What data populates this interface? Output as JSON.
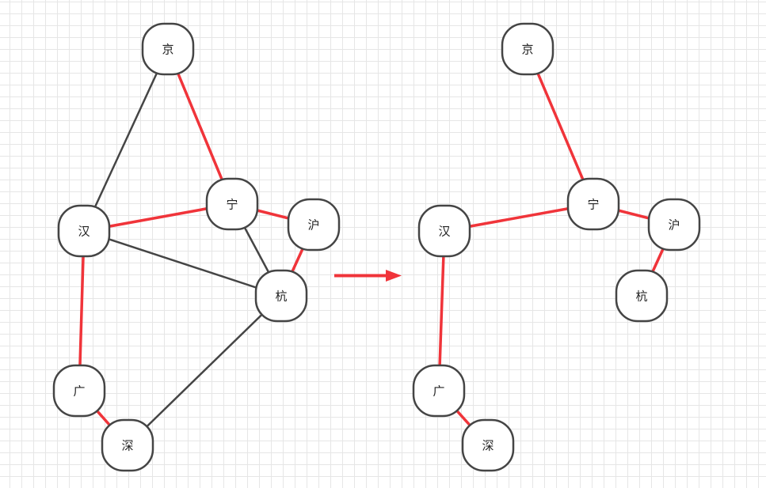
{
  "colors": {
    "tree_edge": "#f0343a",
    "other_edge": "#454545",
    "node_stroke": "#454545",
    "node_fill": "#ffffff",
    "arrow": "#f0343a"
  },
  "left_graph": {
    "nodes": [
      {
        "id": "jing",
        "label": "京"
      },
      {
        "id": "ning",
        "label": "宁"
      },
      {
        "id": "hu",
        "label": "沪"
      },
      {
        "id": "han",
        "label": "汉"
      },
      {
        "id": "hang",
        "label": "杭"
      },
      {
        "id": "guang",
        "label": "广"
      },
      {
        "id": "shen",
        "label": "深"
      }
    ],
    "edges": [
      {
        "from": "jing",
        "to": "han",
        "in_tree": false
      },
      {
        "from": "jing",
        "to": "ning",
        "in_tree": true
      },
      {
        "from": "han",
        "to": "ning",
        "in_tree": true
      },
      {
        "from": "ning",
        "to": "hu",
        "in_tree": true
      },
      {
        "from": "ning",
        "to": "hang",
        "in_tree": false
      },
      {
        "from": "han",
        "to": "hang",
        "in_tree": false
      },
      {
        "from": "hu",
        "to": "hang",
        "in_tree": true
      },
      {
        "from": "han",
        "to": "guang",
        "in_tree": true
      },
      {
        "from": "guang",
        "to": "shen",
        "in_tree": true
      },
      {
        "from": "shen",
        "to": "hang",
        "in_tree": false
      }
    ]
  },
  "right_graph": {
    "nodes": [
      {
        "id": "jing",
        "label": "京"
      },
      {
        "id": "ning",
        "label": "宁"
      },
      {
        "id": "hu",
        "label": "沪"
      },
      {
        "id": "han",
        "label": "汉"
      },
      {
        "id": "hang",
        "label": "杭"
      },
      {
        "id": "guang",
        "label": "广"
      },
      {
        "id": "shen",
        "label": "深"
      }
    ],
    "edges": [
      {
        "from": "jing",
        "to": "ning",
        "in_tree": true
      },
      {
        "from": "han",
        "to": "ning",
        "in_tree": true
      },
      {
        "from": "ning",
        "to": "hu",
        "in_tree": true
      },
      {
        "from": "hu",
        "to": "hang",
        "in_tree": true
      },
      {
        "from": "han",
        "to": "guang",
        "in_tree": true
      },
      {
        "from": "guang",
        "to": "shen",
        "in_tree": true
      }
    ]
  }
}
